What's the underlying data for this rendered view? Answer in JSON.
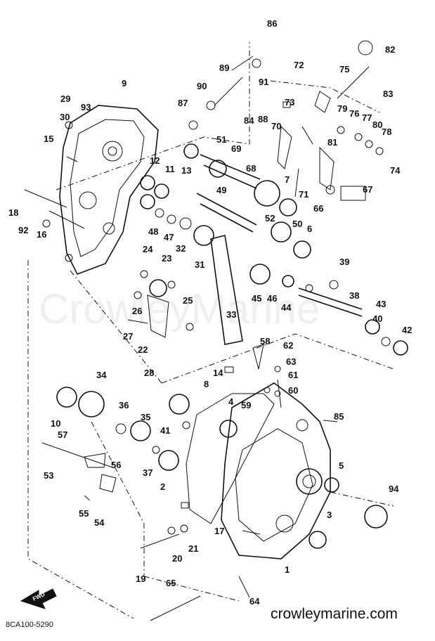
{
  "watermark": "CrowleyMarine",
  "footer": {
    "website": "crowleymarine.com",
    "diagram_code": "8CA100-5290",
    "fwd_label": "FWD"
  },
  "callouts": [
    "1",
    "2",
    "3",
    "4",
    "5",
    "6",
    "7",
    "8",
    "9",
    "10",
    "11",
    "12",
    "13",
    "14",
    "15",
    "16",
    "17",
    "18",
    "19",
    "20",
    "21",
    "22",
    "23",
    "24",
    "25",
    "26",
    "27",
    "28",
    "29",
    "30",
    "31",
    "32",
    "33",
    "34",
    "35",
    "36",
    "37",
    "38",
    "39",
    "40",
    "41",
    "42",
    "43",
    "44",
    "45",
    "46",
    "47",
    "48",
    "49",
    "50",
    "51",
    "52",
    "53",
    "54",
    "55",
    "56",
    "57",
    "58",
    "59",
    "60",
    "61",
    "62",
    "63",
    "64",
    "65",
    "66",
    "67",
    "68",
    "69",
    "70",
    "71",
    "72",
    "73",
    "74",
    "75",
    "76",
    "77",
    "78",
    "79",
    "80",
    "81",
    "82",
    "83",
    "84",
    "85",
    "86",
    "87",
    "88",
    "89",
    "90",
    "91",
    "92",
    "93",
    "94"
  ]
}
